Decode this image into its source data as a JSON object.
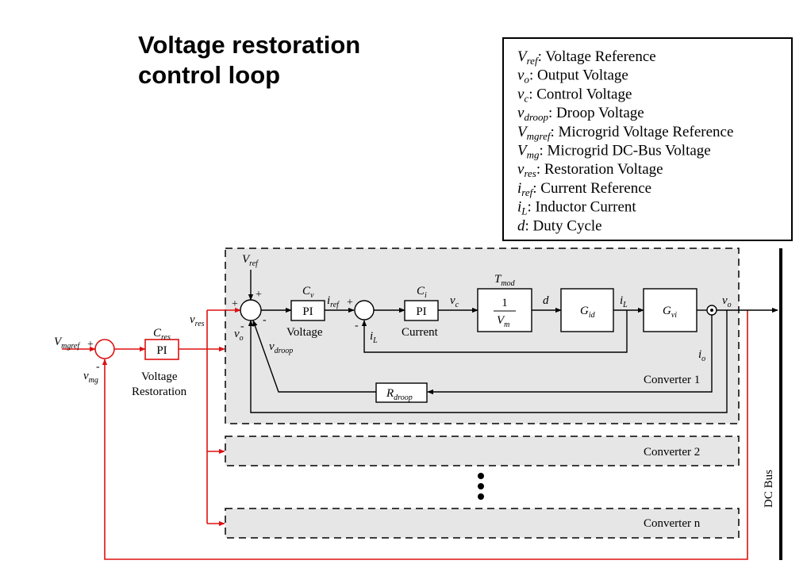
{
  "title": {
    "line1": "Voltage restoration",
    "line2": "control loop"
  },
  "legend": [
    {
      "sym": "V",
      "sub": "ref",
      "desc": ": Voltage Reference"
    },
    {
      "sym": "v",
      "sub": "o",
      "desc": ": Output Voltage"
    },
    {
      "sym": "v",
      "sub": "c",
      "desc": ": Control Voltage"
    },
    {
      "sym": "v",
      "sub": "droop",
      "desc": ": Droop Voltage"
    },
    {
      "sym": "V",
      "sub": "mgref",
      "desc": ": Microgrid Voltage Reference"
    },
    {
      "sym": "V",
      "sub": "mg",
      "desc": ": Microgrid DC-Bus Voltage"
    },
    {
      "sym": "v",
      "sub": "res",
      "desc": ": Restoration Voltage"
    },
    {
      "sym": "i",
      "sub": "ref",
      "desc": ": Current Reference"
    },
    {
      "sym": "i",
      "sub": "L",
      "desc": ": Inductor Current"
    },
    {
      "sym": "d",
      "sub": "",
      "desc": ": Duty Cycle"
    }
  ],
  "blocks": {
    "pi": "PI",
    "cres": {
      "sym": "C",
      "sub": "res"
    },
    "cv": {
      "sym": "C",
      "sub": "v"
    },
    "ci": {
      "sym": "C",
      "sub": "i"
    },
    "tmod": {
      "sym": "T",
      "sub": "mod"
    },
    "mod_num": "1",
    "mod_den": {
      "sym": "V",
      "sub": "m"
    },
    "gid": {
      "sym": "G",
      "sub": "id"
    },
    "gvi": {
      "sym": "G",
      "sub": "vi"
    },
    "rdroop": {
      "sym": "R",
      "sub": "droop"
    },
    "voltage_restoration": [
      "Voltage",
      "Restoration"
    ],
    "voltage": "Voltage",
    "current": "Current"
  },
  "signals": {
    "vmgref": {
      "sym": "V",
      "sub": "mgref"
    },
    "vmg": {
      "sym": "v",
      "sub": "mg"
    },
    "vres": {
      "sym": "v",
      "sub": "res"
    },
    "vref": {
      "sym": "V",
      "sub": "ref"
    },
    "vo": {
      "sym": "v",
      "sub": "o"
    },
    "vdroop": {
      "sym": "v",
      "sub": "droop"
    },
    "iref": {
      "sym": "i",
      "sub": "ref"
    },
    "il": {
      "sym": "i",
      "sub": "L"
    },
    "vc": {
      "sym": "v",
      "sub": "c"
    },
    "d": "d",
    "io": {
      "sym": "i",
      "sub": "o"
    }
  },
  "signs": {
    "plus": "+",
    "minus": "-"
  },
  "converters": [
    "Converter 1",
    "Converter 2",
    "Converter n"
  ],
  "dc_bus": "DC Bus",
  "colors": {
    "restoration": "#dd1111",
    "line": "#000000",
    "panel": "#e6e6e6"
  }
}
